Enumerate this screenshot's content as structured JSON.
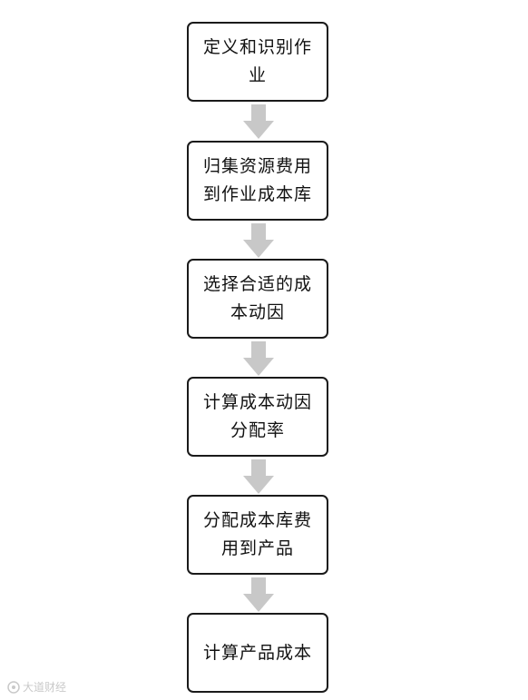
{
  "steps": [
    {
      "label": "定义和识别作业"
    },
    {
      "label": "归集资源费用到作业成本库"
    },
    {
      "label": "选择合适的成本动因"
    },
    {
      "label": "计算成本动因分配率"
    },
    {
      "label": "分配成本库费用到产品"
    },
    {
      "label": "计算产品成本"
    }
  ],
  "colors": {
    "box_border": "#1a1a1a",
    "arrow_fill": "#c8c8c8",
    "text": "#111111"
  },
  "watermark": {
    "text": "大道财经"
  }
}
